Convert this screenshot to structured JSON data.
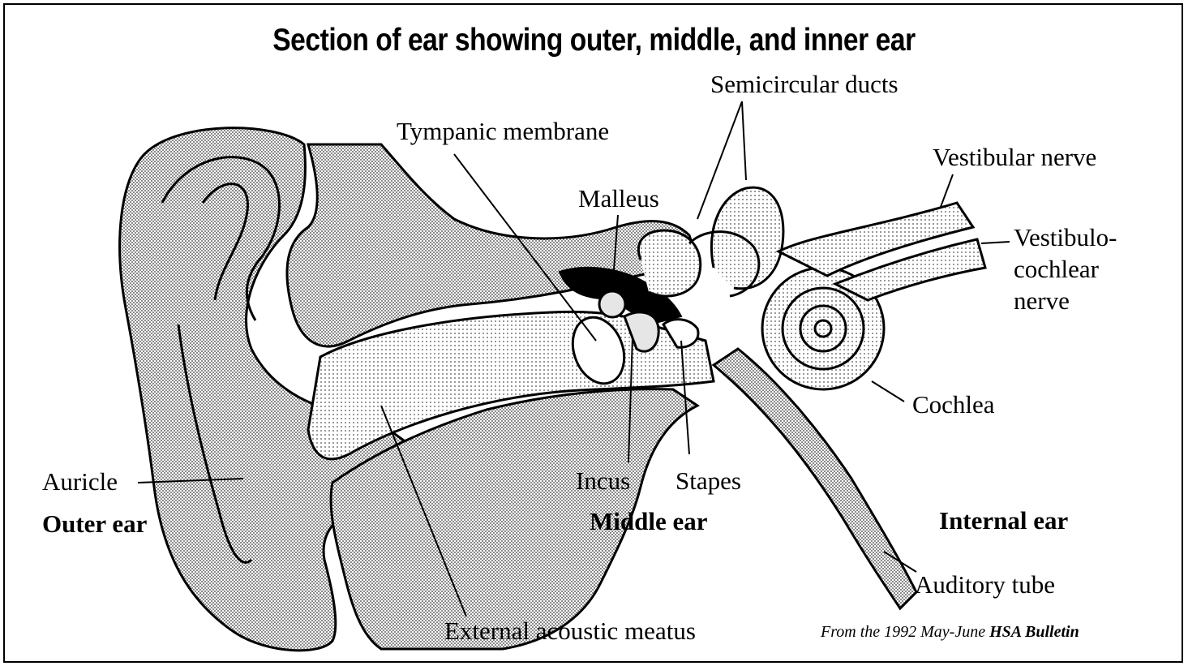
{
  "title": "Section of ear showing outer, middle, and inner ear",
  "labels": {
    "semicircular_ducts": "Semicircular ducts",
    "tympanic_membrane": "Tympanic membrane",
    "vestibular_nerve": "Vestibular nerve",
    "malleus": "Malleus",
    "vestibulocochlear_1": "Vestibulo-",
    "vestibulocochlear_2": "cochlear",
    "vestibulocochlear_3": "nerve",
    "cochlea": "Cochlea",
    "auricle": "Auricle",
    "outer_ear": "Outer ear",
    "incus": "Incus",
    "stapes": "Stapes",
    "middle_ear": "Middle ear",
    "internal_ear": "Internal ear",
    "auditory_tube": "Auditory tube",
    "external_acoustic_meatus": "External acoustic meatus"
  },
  "credit": {
    "prefix": "From  the 1992 May-June ",
    "source": "HSA Bulletin"
  },
  "colors": {
    "ink": "#000000",
    "stipple": "#b9b9b9",
    "light_fill": "#e6e6e6",
    "background": "#ffffff"
  }
}
